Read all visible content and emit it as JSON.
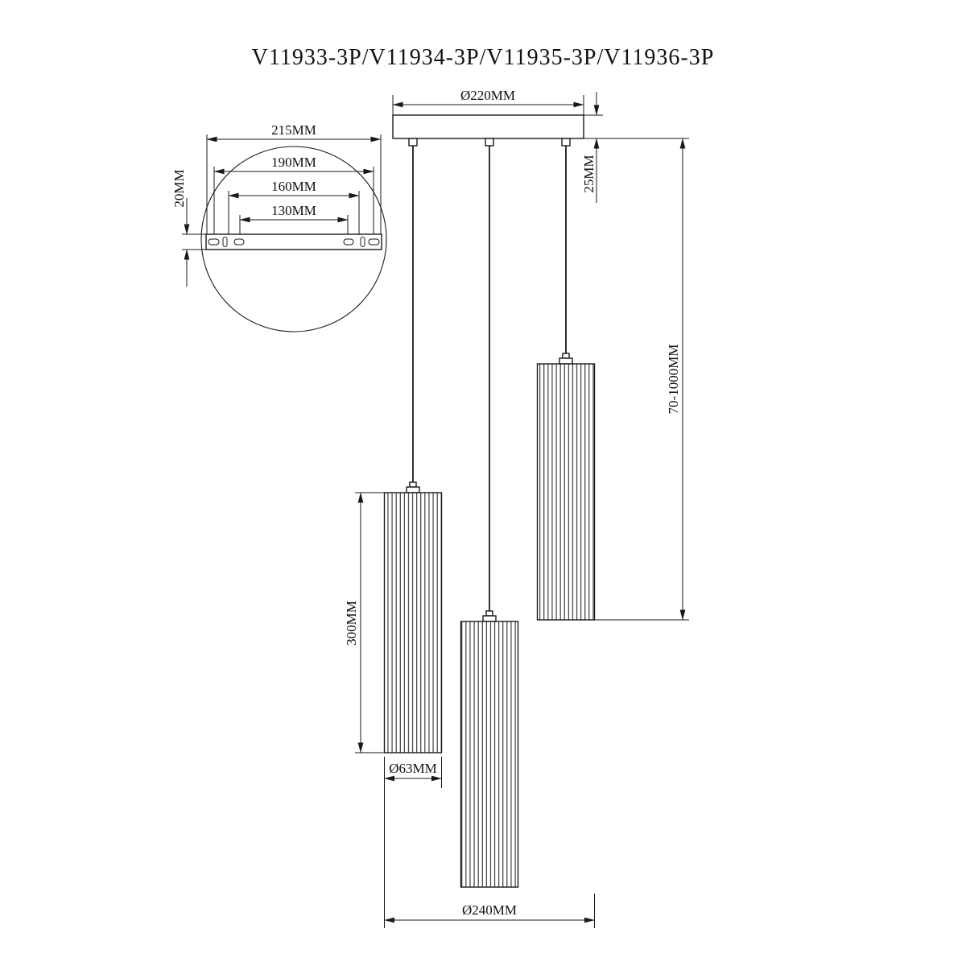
{
  "title": "V11933-3P/V11934-3P/V11935-3P/V11936-3P",
  "detail_view": {
    "plate_width": "215MM",
    "hole_span_outer": "190MM",
    "hole_span_middle": "160MM",
    "hole_span_inner": "130MM",
    "plate_height": "20MM"
  },
  "canopy": {
    "diameter": "Ø220MM",
    "height": "25MM"
  },
  "pendant": {
    "suspension_range": "70-1000MM",
    "shade_length": "300MM",
    "shade_diameter": "Ø63MM",
    "overall_spread": "Ø240MM"
  },
  "colors": {
    "line": "#1a1a1a",
    "background": "#ffffff"
  }
}
